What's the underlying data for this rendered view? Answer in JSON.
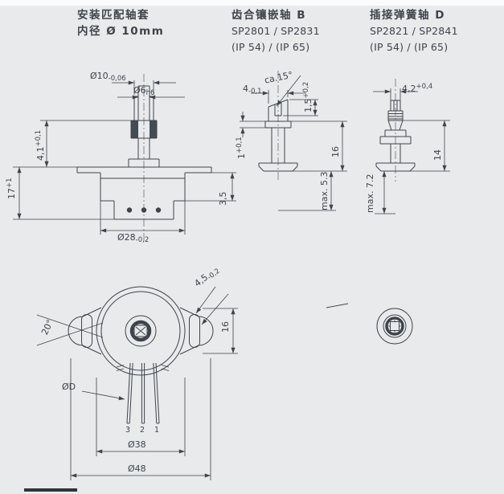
{
  "colors": {
    "ink": "#3f444b",
    "background": "#e8eaec"
  },
  "headers": [
    {
      "title": "安装匹配轴套",
      "line2": "内径 Ø 10mm"
    },
    {
      "title": "齿合镶嵌轴 B",
      "line2": "SP2801 / SP2831",
      "line3": "(IP 54) / (IP 65)"
    },
    {
      "title": "插接弹簧轴 D",
      "line2": "SP2821 / SP2841",
      "line3": "(IP 54) / (IP 65)"
    }
  ],
  "dims": {
    "d10": {
      "v": "Ø10",
      "t": "-0,06"
    },
    "d6": {
      "v": "Ø6",
      "t": "h6"
    },
    "h41": {
      "v": "4,1",
      "t": "+0,1"
    },
    "h17": {
      "v": "17",
      "t": "+1"
    },
    "h35": {
      "v": "3,5"
    },
    "d28": {
      "v": "Ø28",
      "t": "-0,2"
    },
    "ca15": {
      "v": "ca.15°"
    },
    "w4": {
      "v": "4",
      "t": "-0,1"
    },
    "s15": {
      "v": "1,5",
      "t": "+0,2"
    },
    "s1": {
      "v": "1",
      "t": "+0,1"
    },
    "hB16": {
      "v": "16"
    },
    "max53": {
      "v": "max. 5.3"
    },
    "w42": {
      "v": "4,2",
      "t": "+0,4"
    },
    "hD14": {
      "v": "14"
    },
    "max72": {
      "v": "max. 7.2"
    },
    "t45": {
      "v": "4,5",
      "t": "-0,2"
    },
    "a20": {
      "v": "20°"
    },
    "f16": {
      "v": "16"
    },
    "dD": {
      "v": "ØD"
    },
    "d38": {
      "v": "Ø38"
    },
    "d48": {
      "v": "Ø48"
    }
  },
  "pins": {
    "p3": "3",
    "p2": "2",
    "p1": "1"
  }
}
